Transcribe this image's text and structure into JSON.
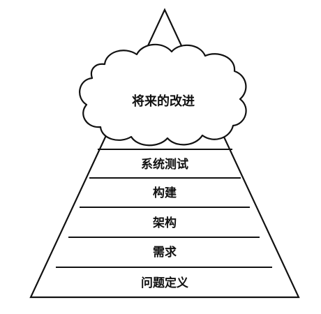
{
  "diagram": {
    "cloud_label": "将来的改进",
    "layers": [
      "系统测试",
      "构建",
      "架构",
      "需求",
      "问题定义"
    ],
    "colors": {
      "stroke": "#111111",
      "fill": "#ffffff"
    }
  }
}
